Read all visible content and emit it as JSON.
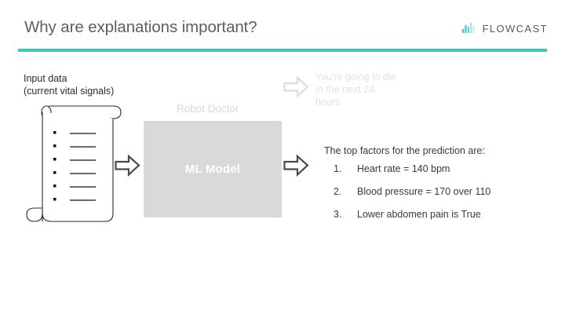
{
  "header": {
    "title": "Why are explanations important?",
    "brand": {
      "icon": "waveform-icon",
      "wordmark": "FLOWCAST",
      "accent_color": "#3cc6bd"
    },
    "rule_color": "#3cc6bd"
  },
  "diagram": {
    "input": {
      "label_line1": "Input data",
      "label_line2": "(current vital signals)",
      "icon": "scroll-document-icon",
      "bullet_count": 6
    },
    "arrows": {
      "input_to_model": "right-arrow-icon",
      "model_to_output": "right-arrow-icon",
      "model_to_prediction": "right-arrow-icon"
    },
    "model": {
      "caption": "Robot Doctor",
      "box_label": "ML Model",
      "box_color": "#d9d9d9",
      "label_color": "#ffffff"
    },
    "prediction": {
      "line1": "You're going to die",
      "line2": "in the next 24",
      "line3": "hours",
      "color": "#e2e2e2"
    },
    "explanation": {
      "heading": "The top factors for the prediction are:",
      "factors": [
        {
          "number": "1.",
          "text": "Heart rate = 140 bpm"
        },
        {
          "number": "2.",
          "text": "Blood pressure = 170 over 110"
        },
        {
          "number": "3.",
          "text": "Lower abdomen pain is True"
        }
      ]
    }
  }
}
